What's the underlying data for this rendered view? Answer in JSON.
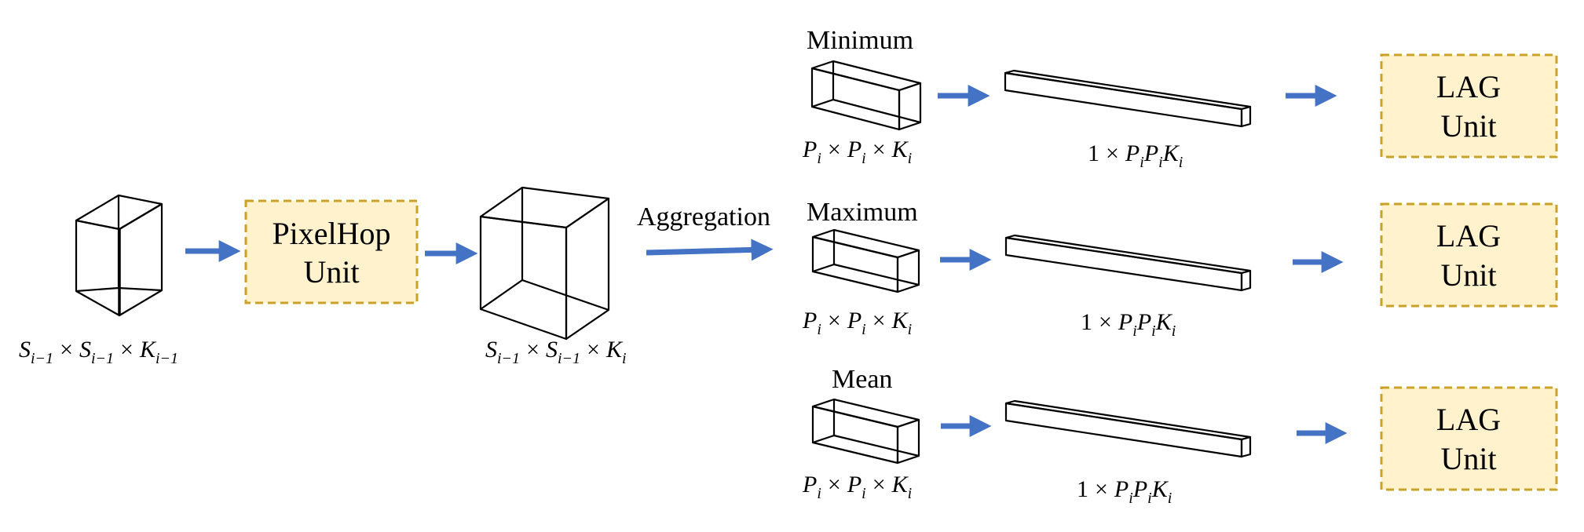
{
  "colors": {
    "arrow": "#4472C4",
    "box_fill": "#FFF2CC",
    "box_border": "#C9A227",
    "line": "#000000"
  },
  "input_block": {
    "dims": {
      "a": "S",
      "a_sub": "i−1",
      "b": "S",
      "b_sub": "i−1",
      "c": "K",
      "c_sub": "i−1"
    }
  },
  "pixelhop_unit": {
    "line1": "PixelHop",
    "line2": "Unit"
  },
  "output_block": {
    "dims": {
      "a": "S",
      "a_sub": "i−1",
      "b": "S",
      "b_sub": "i−1",
      "c": "K",
      "c_sub": "i"
    }
  },
  "aggregation_label": "Aggregation",
  "times": "×",
  "branches": [
    {
      "name": "Minimum",
      "block_dims": {
        "a": "P",
        "a_sub": "i",
        "b": "P",
        "b_sub": "i",
        "c": "K",
        "c_sub": "i"
      },
      "vector_dims": {
        "one": "1",
        "p1": "P",
        "p1_sub": "i",
        "p2": "P",
        "p2_sub": "i",
        "k": "K",
        "k_sub": "i"
      },
      "lag_unit": {
        "line1": "LAG",
        "line2": "Unit"
      }
    },
    {
      "name": "Maximum",
      "block_dims": {
        "a": "P",
        "a_sub": "i",
        "b": "P",
        "b_sub": "i",
        "c": "K",
        "c_sub": "i"
      },
      "vector_dims": {
        "one": "1",
        "p1": "P",
        "p1_sub": "i",
        "p2": "P",
        "p2_sub": "i",
        "k": "K",
        "k_sub": "i"
      },
      "lag_unit": {
        "line1": "LAG",
        "line2": "Unit"
      }
    },
    {
      "name": "Mean",
      "block_dims": {
        "a": "P",
        "a_sub": "i",
        "b": "P",
        "b_sub": "i",
        "c": "K",
        "c_sub": "i"
      },
      "vector_dims": {
        "one": "1",
        "p1": "P",
        "p1_sub": "i",
        "p2": "P",
        "p2_sub": "i",
        "k": "K",
        "k_sub": "i"
      },
      "lag_unit": {
        "line1": "LAG",
        "line2": "Unit"
      }
    }
  ]
}
